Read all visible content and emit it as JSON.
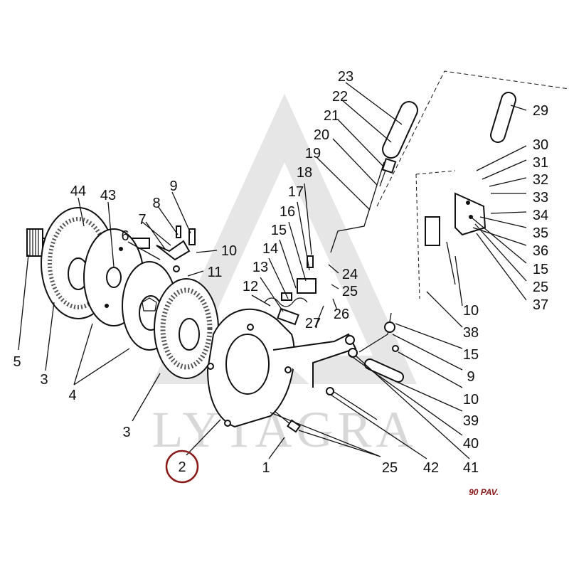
{
  "watermark": "LYTAGRA",
  "figure_code": "90 PAV.",
  "highlight_color": "#8b1a1a",
  "highlighted_label": "2",
  "callouts": [
    {
      "id": "c44",
      "text": "44"
    },
    {
      "id": "c43",
      "text": "43"
    },
    {
      "id": "c9a",
      "text": "9"
    },
    {
      "id": "c8",
      "text": "8"
    },
    {
      "id": "c7",
      "text": "7"
    },
    {
      "id": "c6",
      "text": "6"
    },
    {
      "id": "c10a",
      "text": "10"
    },
    {
      "id": "c11",
      "text": "11"
    },
    {
      "id": "c5",
      "text": "5"
    },
    {
      "id": "c3a",
      "text": "3"
    },
    {
      "id": "c4",
      "text": "4"
    },
    {
      "id": "c3b",
      "text": "3"
    },
    {
      "id": "c2",
      "text": "2"
    },
    {
      "id": "c1",
      "text": "1"
    },
    {
      "id": "c25a",
      "text": "25"
    },
    {
      "id": "c42",
      "text": "42"
    },
    {
      "id": "c41",
      "text": "41"
    },
    {
      "id": "c40",
      "text": "40"
    },
    {
      "id": "c39",
      "text": "39"
    },
    {
      "id": "c10b",
      "text": "10"
    },
    {
      "id": "c9b",
      "text": "9"
    },
    {
      "id": "c15a",
      "text": "15"
    },
    {
      "id": "c38",
      "text": "38"
    },
    {
      "id": "c10c",
      "text": "10"
    },
    {
      "id": "c37",
      "text": "37"
    },
    {
      "id": "c25b",
      "text": "25"
    },
    {
      "id": "c15b",
      "text": "15"
    },
    {
      "id": "c36",
      "text": "36"
    },
    {
      "id": "c35",
      "text": "35"
    },
    {
      "id": "c34",
      "text": "34"
    },
    {
      "id": "c33",
      "text": "33"
    },
    {
      "id": "c32",
      "text": "32"
    },
    {
      "id": "c31",
      "text": "31"
    },
    {
      "id": "c30",
      "text": "30"
    },
    {
      "id": "c29",
      "text": "29"
    },
    {
      "id": "c23",
      "text": "23"
    },
    {
      "id": "c22",
      "text": "22"
    },
    {
      "id": "c21",
      "text": "21"
    },
    {
      "id": "c20",
      "text": "20"
    },
    {
      "id": "c19",
      "text": "19"
    },
    {
      "id": "c18",
      "text": "18"
    },
    {
      "id": "c17",
      "text": "17"
    },
    {
      "id": "c16",
      "text": "16"
    },
    {
      "id": "c15c",
      "text": "15"
    },
    {
      "id": "c14",
      "text": "14"
    },
    {
      "id": "c13",
      "text": "13"
    },
    {
      "id": "c12",
      "text": "12"
    },
    {
      "id": "c24",
      "text": "24"
    },
    {
      "id": "c25c",
      "text": "25"
    },
    {
      "id": "c26",
      "text": "26"
    },
    {
      "id": "c27",
      "text": "27"
    }
  ]
}
